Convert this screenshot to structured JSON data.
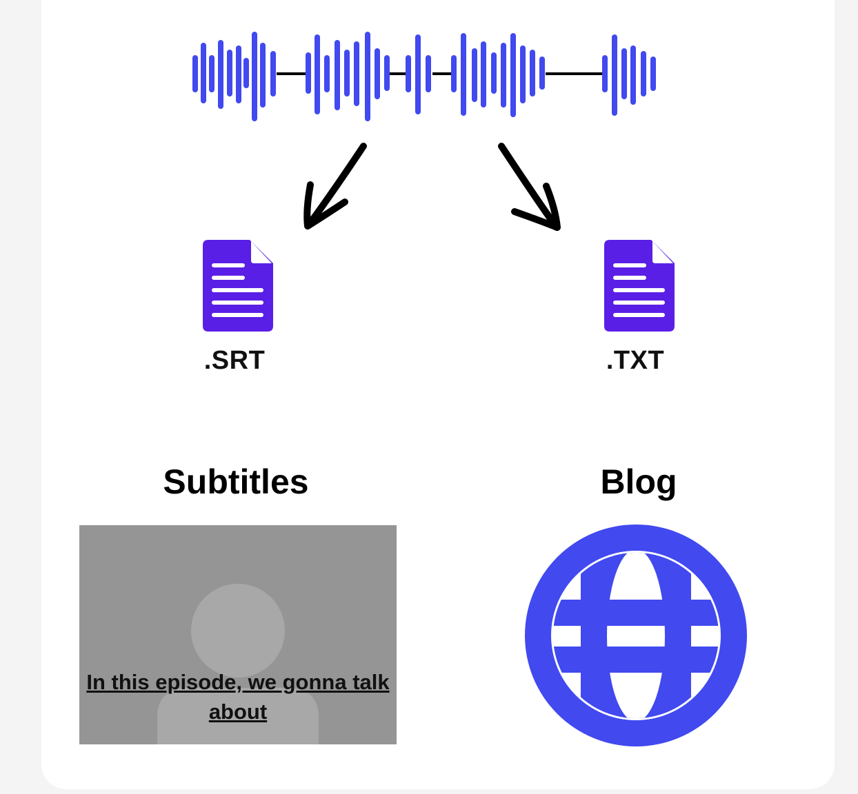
{
  "colors": {
    "waveform": "#4149ef",
    "document": "#5a1fe6",
    "globe": "#4149ef",
    "arrow": "#000000",
    "placeholder_bg": "#959595",
    "placeholder_figure": "#a8a8a8"
  },
  "icons": {
    "waveform": "audio-waveform-icon",
    "arrow_left": "arrow-down-left-icon",
    "arrow_right": "arrow-down-right-icon",
    "srt_file": "document-icon",
    "txt_file": "document-icon",
    "globe": "globe-icon",
    "avatar": "person-placeholder-icon"
  },
  "outputs": {
    "srt": {
      "label": ".SRT",
      "section_title": "Subtitles"
    },
    "txt": {
      "label": ".TXT",
      "section_title": "Blog"
    }
  },
  "subtitle_preview": {
    "caption": "In this episode, we gonna talk about"
  }
}
